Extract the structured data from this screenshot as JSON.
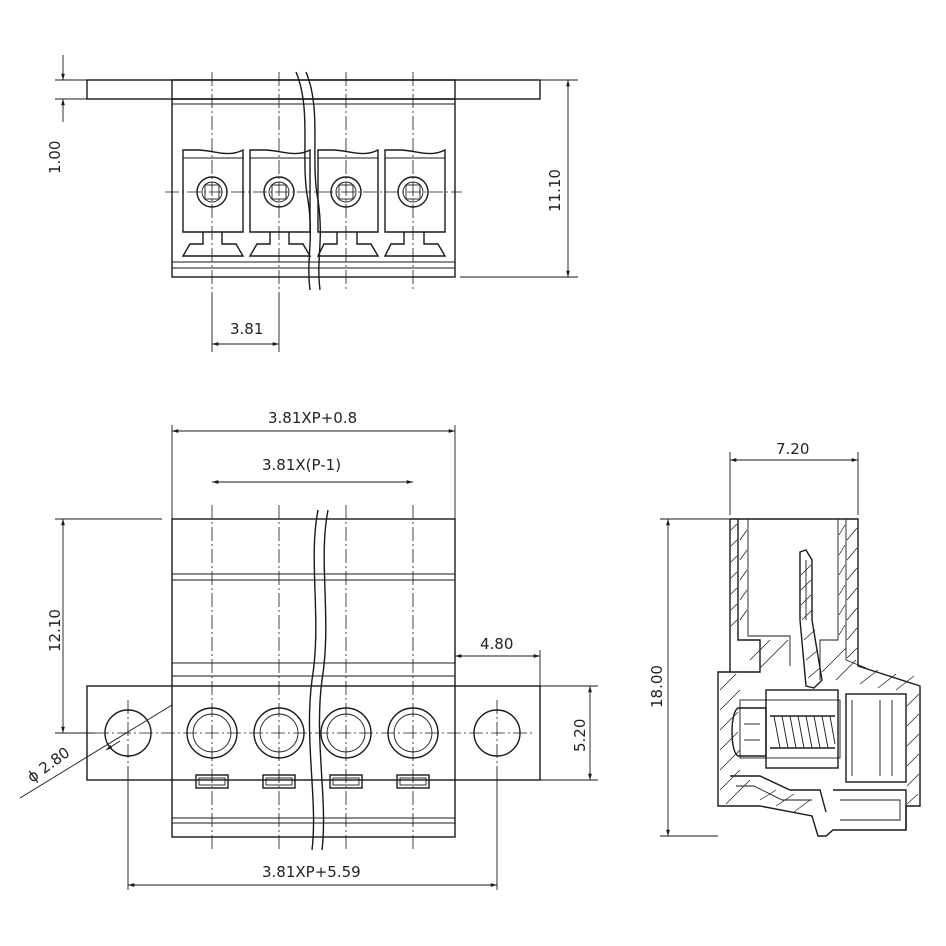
{
  "dimensions": {
    "top_pitch": "3.81",
    "top_flange_thickness": "1.00",
    "top_height": "11.10",
    "front_total_width": "3.81XP+0.8",
    "front_pitch_span": "3.81X(P-1)",
    "front_height": "12.10",
    "flange_offset": "4.80",
    "hole_diameter": "ϕ 2.80",
    "flange_height": "5.20",
    "flange_total_width": "3.81XP+5.59",
    "side_width": "7.20",
    "side_height": "18.00"
  },
  "colors": {
    "line": "#1a1a1a",
    "text": "#222222",
    "background": "#ffffff"
  }
}
